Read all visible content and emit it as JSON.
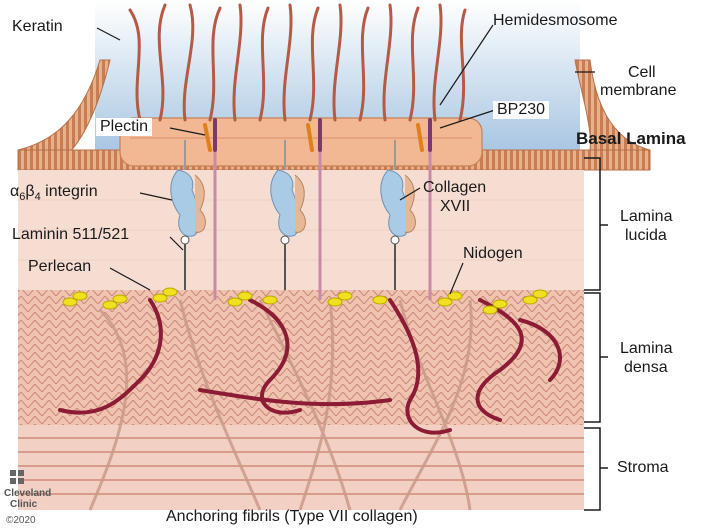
{
  "labels": {
    "keratin": "Keratin",
    "hemidesmosome": "Hemidesmosome",
    "cell_membrane_1": "Cell",
    "cell_membrane_2": "membrane",
    "plectin": "Plectin",
    "bp230": "BP230",
    "basal_lamina": "Basal Lamina",
    "integrin_alpha": "α",
    "integrin_alpha_sub": "6",
    "integrin_beta": "β",
    "integrin_beta_sub": "4",
    "integrin_word": " integrin",
    "collagen_xvii_1": "Collagen",
    "collagen_xvii_2": "XVII",
    "laminin": "Laminin 511/521",
    "lamina_lucida_1": "Lamina",
    "lamina_lucida_2": "lucida",
    "nidogen": "Nidogen",
    "perlecan": "Perlecan",
    "lamina_densa_1": "Lamina",
    "lamina_densa_2": "densa",
    "stroma": "Stroma",
    "anchoring_fibrils": "Anchoring fibrils (Type VII collagen)"
  },
  "logo": {
    "line1": "Cleveland",
    "line2": "Clinic",
    "copyright": "©2020",
    "icon": "cleveland-clinic-logo-icon"
  },
  "colors": {
    "cell_blue": "#b8d3ea",
    "basal_cell": "#f2b894",
    "membrane": "#d08a5c",
    "keratin": "#b55a45",
    "lucida": "#f6ddd2",
    "densa": "#f0c3b2",
    "stroma": "#f3d0c4",
    "perlecan": "#8c1c36",
    "nidogen": "#f0e020",
    "integrin": "#a9cbe6",
    "plectin": "#e0801a",
    "collagen_xvii": "#7a3a6a"
  }
}
